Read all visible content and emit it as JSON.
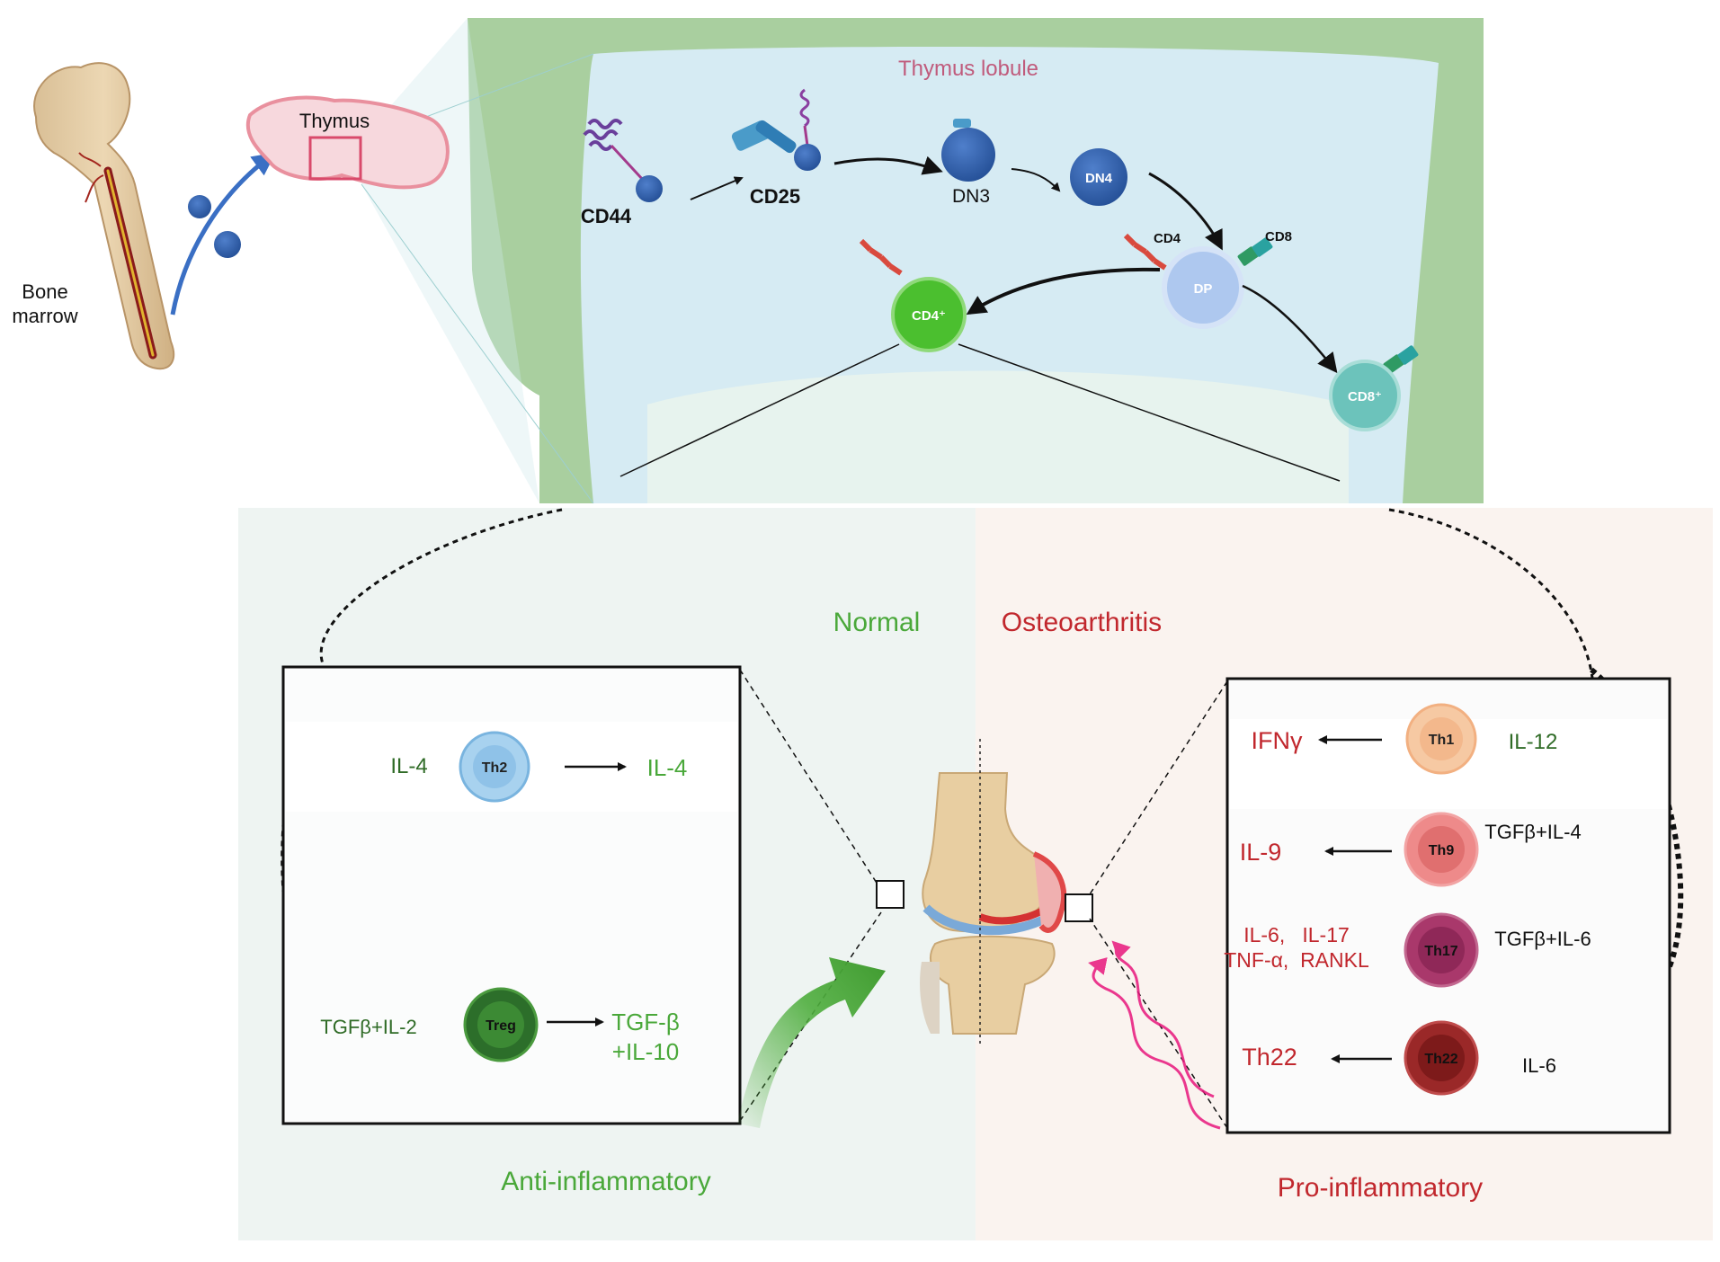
{
  "top": {
    "bone_marrow_label": [
      "Bone",
      "marrow"
    ],
    "thymus_label": "Thymus",
    "lobule_title": "Thymus lobule",
    "cells": {
      "cd44": "CD44",
      "cd25": "CD25",
      "dn3": "DN3",
      "dn4": "DN4",
      "dp": "DP",
      "dp_cd4_marker": "CD4",
      "dp_cd8_marker": "CD8",
      "cd4_plus": "CD4⁺",
      "cd8_plus": "CD8⁺"
    }
  },
  "normal": {
    "heading": "Normal",
    "footer": "Anti-inflammatory",
    "th2": {
      "cell": "Th2",
      "input": "IL-4",
      "output": "IL-4"
    },
    "treg": {
      "cell": "Treg",
      "input": "TGFβ+IL-2",
      "output_line1": "TGF-β",
      "output_line2": "+IL-10"
    }
  },
  "osteoarthritis": {
    "heading": "Osteoarthritis",
    "footer": "Pro-inflammatory",
    "th1": {
      "cell": "Th1",
      "input": "IL-12",
      "output": "IFNγ"
    },
    "th9": {
      "cell": "Th9",
      "input": "TGFβ+IL-4",
      "output": "IL-9"
    },
    "th17": {
      "cell": "Th17",
      "input": "TGFβ+IL-6",
      "output_line1": "IL-6,   IL-17",
      "output_line2": "TNF-α,  RANKL"
    },
    "th22": {
      "cell": "Th22",
      "input": "IL-6",
      "output": "Th22"
    }
  },
  "colors": {
    "normal_green": "#4aa83a",
    "dark_green": "#2f6b26",
    "oa_red": "#c1272d",
    "thymus_pink": "#c05b7c",
    "cell_blue": "#2f62ad",
    "normal_bg": "#eef4f2",
    "oa_bg": "#faf3ef"
  }
}
